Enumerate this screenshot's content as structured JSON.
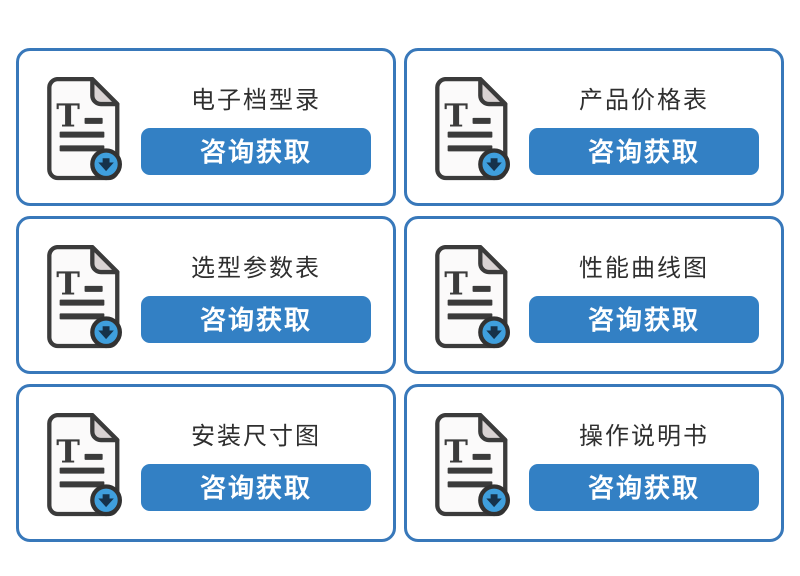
{
  "page": {
    "background": "#ffffff"
  },
  "colors": {
    "card_border": "#3878ba",
    "button_background": "#3380c4",
    "button_text": "#ffffff",
    "title_text": "#2f2f2f",
    "icon_outline": "#3b3b3b",
    "icon_fold": "#d9d3d3",
    "icon_badge": "#3f9fdd"
  },
  "cards": [
    {
      "title": "电子档型录",
      "button_label": "咨询获取",
      "icon": "document-download-icon"
    },
    {
      "title": "产品价格表",
      "button_label": "咨询获取",
      "icon": "document-download-icon"
    },
    {
      "title": "选型参数表",
      "button_label": "咨询获取",
      "icon": "document-download-icon"
    },
    {
      "title": "性能曲线图",
      "button_label": "咨询获取",
      "icon": "document-download-icon"
    },
    {
      "title": "安装尺寸图",
      "button_label": "咨询获取",
      "icon": "document-download-icon"
    },
    {
      "title": "操作说明书",
      "button_label": "咨询获取",
      "icon": "document-download-icon"
    }
  ]
}
